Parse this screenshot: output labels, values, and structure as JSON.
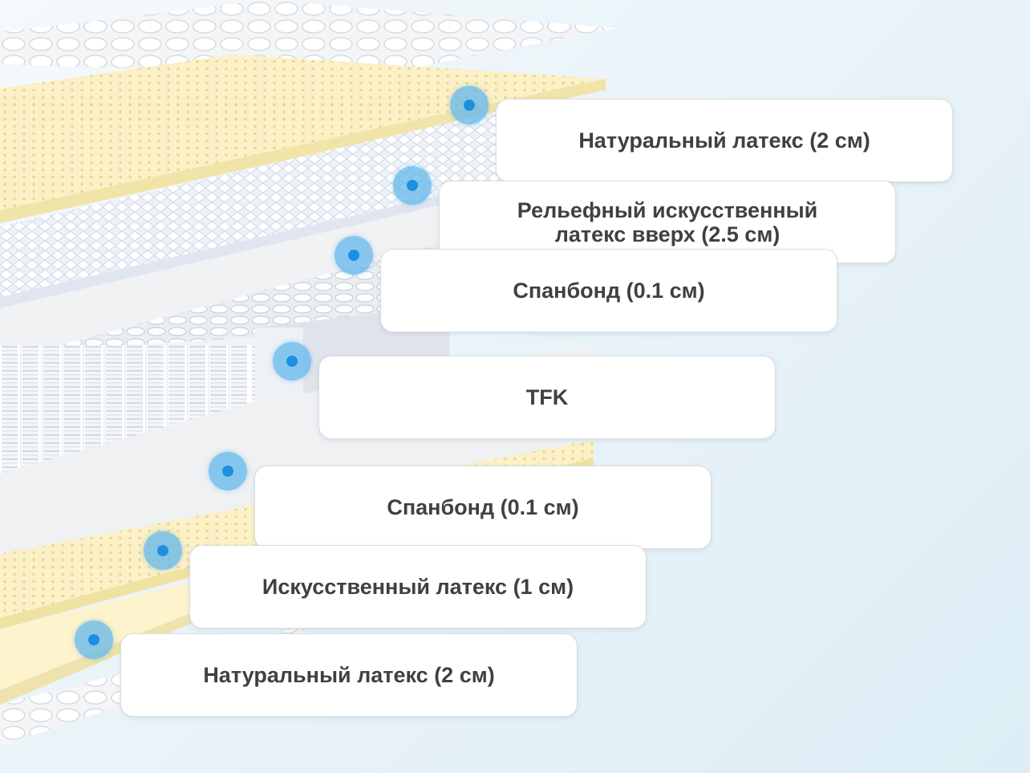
{
  "layers": [
    {
      "label": "Натуральный латекс (2 см)",
      "color": "#fdf2c8"
    },
    {
      "label": "Рельефный искусственный\nлатекс вверх (2.5 см)",
      "color": "#eef3fa"
    },
    {
      "label": "Спанбонд (0.1 см)",
      "color": "#f2f2f2"
    },
    {
      "label": "TFK",
      "color": "#e7ecf3"
    },
    {
      "label": "Спанбонд (0.1 см)",
      "color": "#f2f2f2"
    },
    {
      "label": "Искусственный латекс (1 см)",
      "color": "#fbeec2"
    },
    {
      "label": "Натуральный латекс (2 см)",
      "color": "#fdf2c8"
    }
  ],
  "colors": {
    "marker": "#62b7ec",
    "marker_center": "#1e8fe0",
    "label_text": "#404040",
    "latex": "#fdf2c8",
    "latex_dots": "#e2cf8a"
  }
}
